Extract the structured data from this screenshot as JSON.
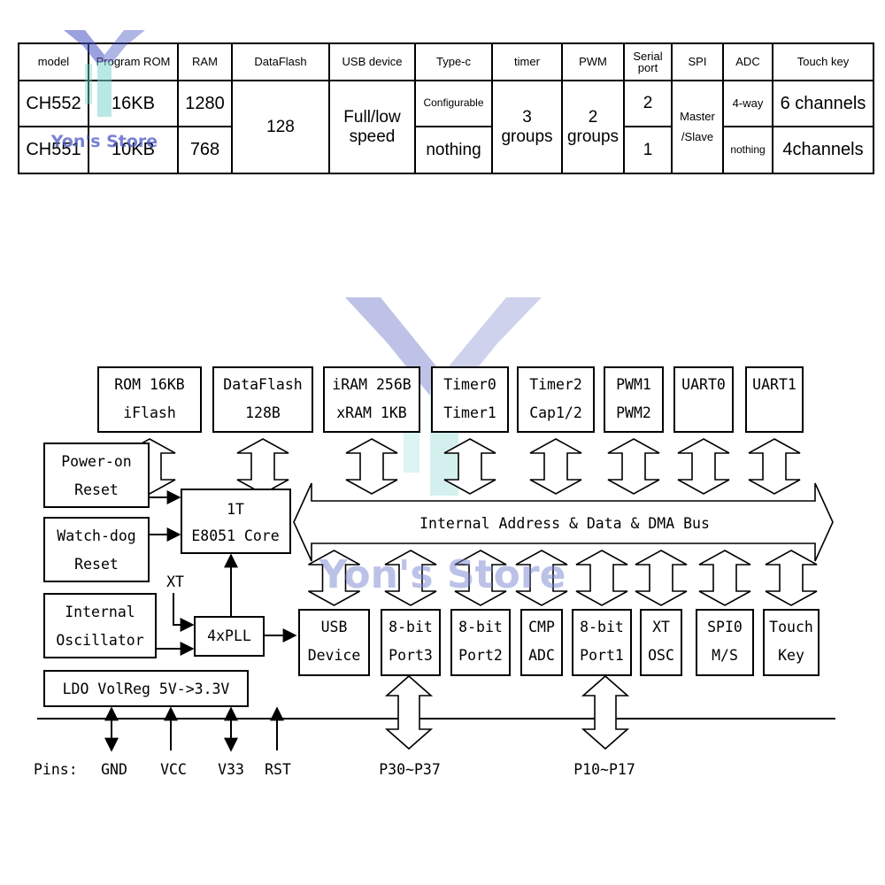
{
  "watermark": {
    "brand": "Yon's Store",
    "colors": {
      "blue": "#4a56c4",
      "teal": "#7fd6d0"
    }
  },
  "table": {
    "headers": [
      "model",
      "Program ROM",
      "RAM",
      "DataFlash",
      "USB device",
      "Type-c",
      "timer",
      "PWM",
      "Serial port",
      "SPI",
      "ADC",
      "Touch key"
    ],
    "ch552": {
      "model": "CH552",
      "rom": "16KB",
      "ram": "1280",
      "typec": "Configurable",
      "serial": "2",
      "adc": "4-way",
      "touch": "6 channels"
    },
    "ch551": {
      "model": "CH551",
      "rom": "10KB",
      "ram": "768",
      "typec": "nothing",
      "serial": "1",
      "adc": "nothing",
      "touch": "4channels"
    },
    "shared": {
      "dataflash": "128",
      "usb_line1": "Full/low",
      "usb_line2": "speed",
      "timer_line1": "3",
      "timer_line2": "groups",
      "pwm_line1": "2",
      "pwm_line2": "groups",
      "spi_line1": "Master",
      "spi_line2": "/Slave"
    }
  },
  "diagram": {
    "top_blocks": [
      {
        "l1": "ROM 16KB",
        "l2": "iFlash"
      },
      {
        "l1": "DataFlash",
        "l2": "128B"
      },
      {
        "l1": "iRAM 256B",
        "l2": "xRAM 1KB"
      },
      {
        "l1": "Timer0",
        "l2": "Timer1"
      },
      {
        "l1": "Timer2",
        "l2": "Cap1/2"
      },
      {
        "l1": "PWM1",
        "l2": "PWM2"
      },
      {
        "l1": "UART0",
        "l2": ""
      },
      {
        "l1": "UART1",
        "l2": ""
      }
    ],
    "bottom_blocks": [
      {
        "l1": "USB",
        "l2": "Device"
      },
      {
        "l1": "8-bit",
        "l2": "Port3"
      },
      {
        "l1": "8-bit",
        "l2": "Port2"
      },
      {
        "l1": "CMP",
        "l2": "ADC"
      },
      {
        "l1": "8-bit",
        "l2": "Port1"
      },
      {
        "l1": "XT",
        "l2": "OSC"
      },
      {
        "l1": "SPI0",
        "l2": "M/S"
      },
      {
        "l1": "Touch",
        "l2": "Key"
      }
    ],
    "left_blocks": {
      "power_on": {
        "l1": "Power-on",
        "l2": "Reset"
      },
      "watchdog": {
        "l1": "Watch-dog",
        "l2": "Reset"
      },
      "oscillator": {
        "l1": "Internal",
        "l2": "Oscillator"
      },
      "ldo": "LDO VolReg 5V->3.3V"
    },
    "core": {
      "l1": "1T",
      "l2": "E8051 Core"
    },
    "pll": "4xPLL",
    "xt_label": "XT",
    "bus_label": "Internal Address & Data & DMA Bus",
    "pins": {
      "label": "Pins:",
      "gnd": "GND",
      "vcc": "VCC",
      "v33": "V33",
      "rst": "RST",
      "p3": "P30~P37",
      "p1": "P10~P17"
    }
  }
}
